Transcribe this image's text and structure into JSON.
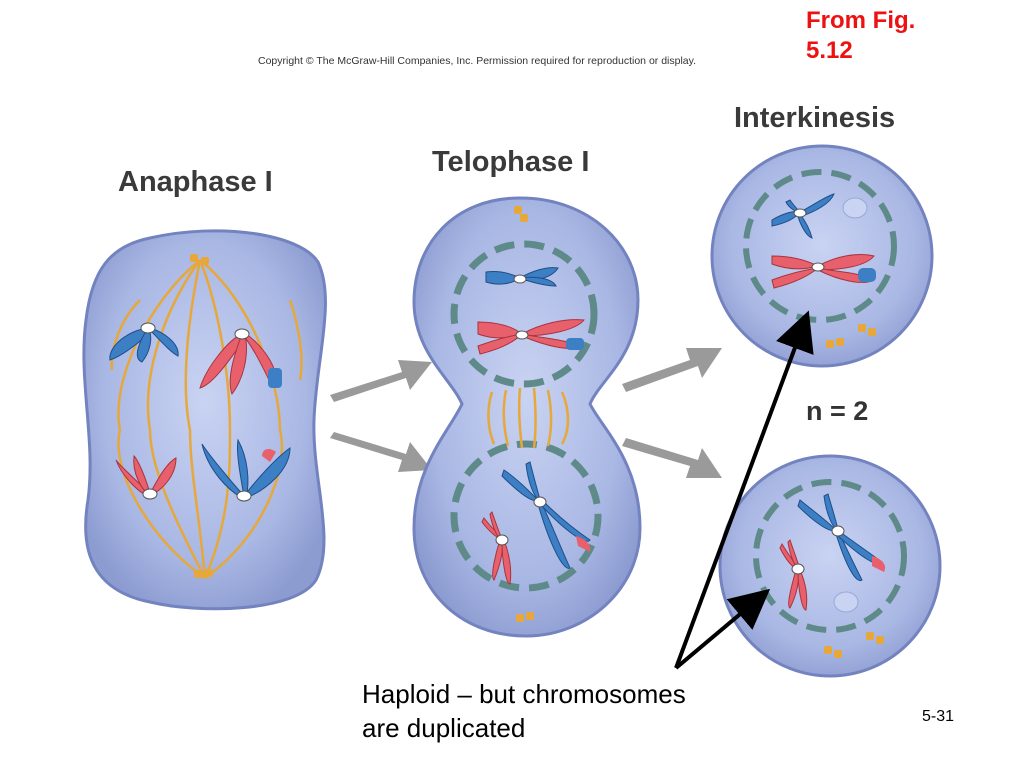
{
  "slide": {
    "copyright": "Copyright © The McGraw-Hill Companies, Inc. Permission required for reproduction or display.",
    "figure_reference_line1": "From Fig.",
    "figure_reference_line2": "5.12",
    "slide_number": "5-31"
  },
  "stages": {
    "anaphase": "Anaphase I",
    "telophase": "Telophase I",
    "interkinesis": "Interkinesis"
  },
  "ploidy_label": "n = 2",
  "caption": {
    "line1": "Haploid – but chromosomes",
    "line2": "are duplicated"
  },
  "colors": {
    "cell_fill": "#aab8e6",
    "nucleus_border": "#5e8a8a",
    "spindle": "#e6a83a",
    "chromosome_blue": "#3d7fc4",
    "chromosome_red": "#e8606c",
    "arrow_gray": "#9a9a9a",
    "title_red": "#ee1111"
  }
}
